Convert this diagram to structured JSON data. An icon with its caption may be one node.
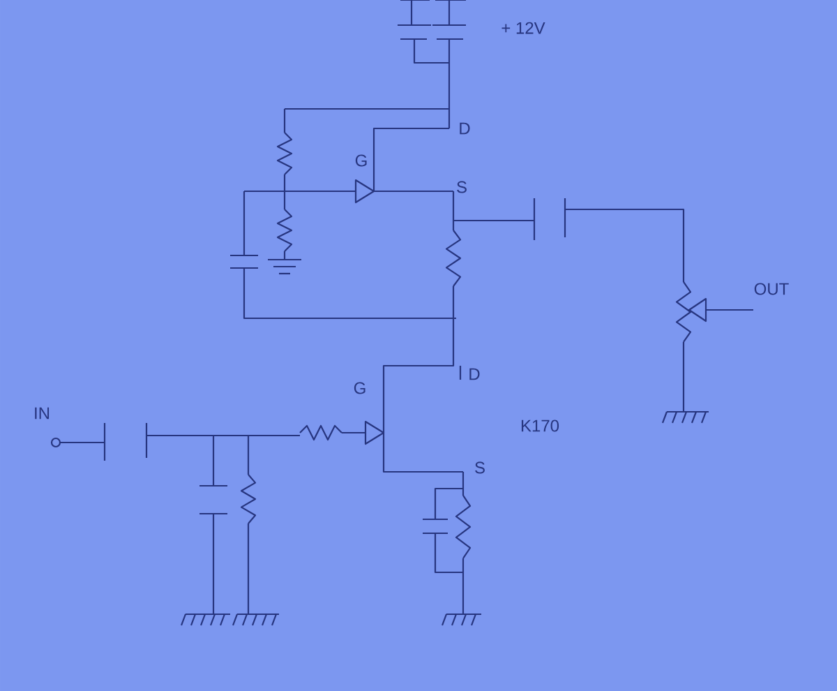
{
  "diagram": {
    "labels": [
      "+ 12V",
      "D",
      "G",
      "S",
      "OUT",
      "D",
      "G",
      "IN",
      "K170",
      "S"
    ]
  }
}
